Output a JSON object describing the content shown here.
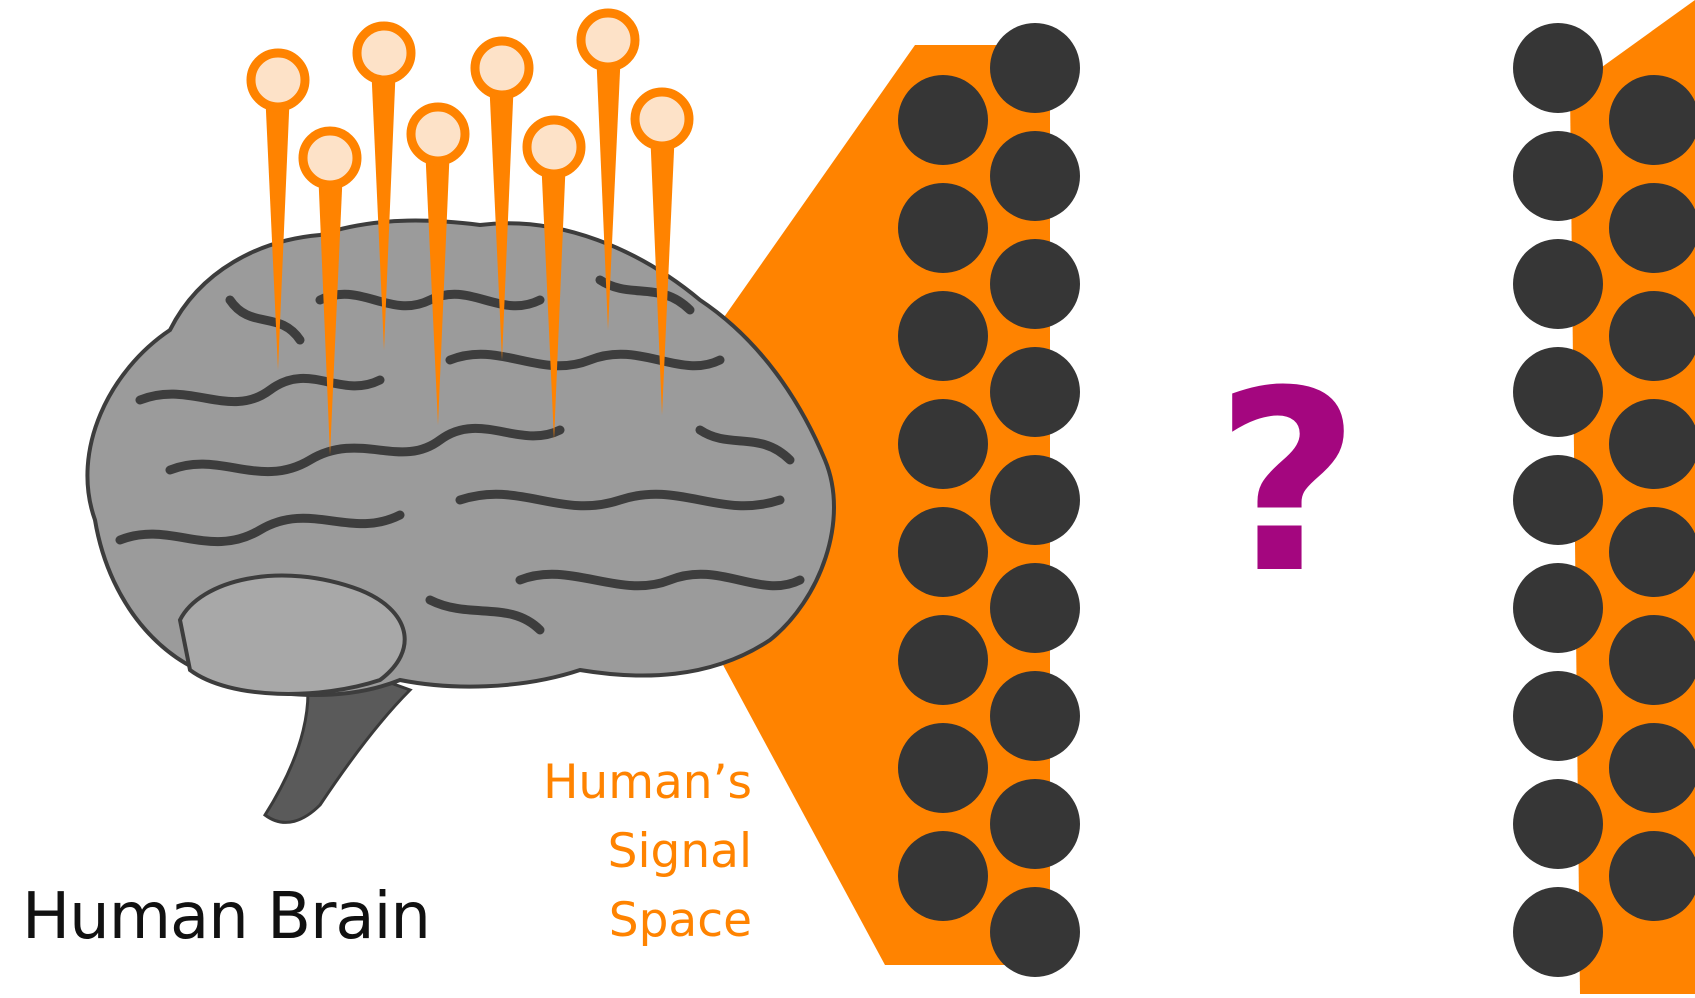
{
  "labels": {
    "human_brain": "Human Brain",
    "signal_space_line1": "Human’s",
    "signal_space_line2": "Signal",
    "signal_space_line3": "Space",
    "question": "?"
  },
  "colors": {
    "orange": "#ff8300",
    "probe_head": "#fde2c8",
    "node": "#363636",
    "brain": "#9b9b9b",
    "brain_sulci": "#3d3d3d",
    "question": "#a4067f"
  },
  "icons": {
    "brain": "brain-illustration",
    "probe": "electrode-probe-icon",
    "node": "neuron-node-icon"
  }
}
